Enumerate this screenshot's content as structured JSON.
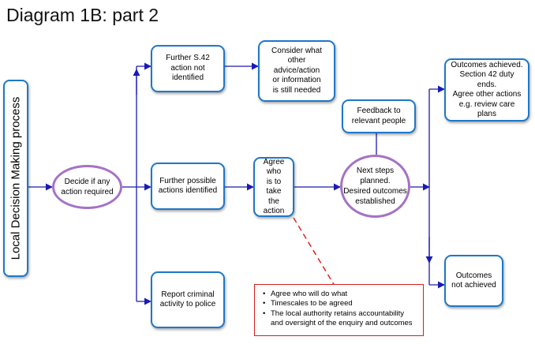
{
  "title": "Diagram 1B: part 2",
  "side_label": "Local Decision Making process",
  "nodes": {
    "decide": "Decide if any\naction required",
    "further_not": "Further S.42\naction not\nidentified",
    "consider": "Consider what\nother\nadvice/action\nor information\nis still needed",
    "further_possible": "Further possible\nactions identified",
    "agree_who": "Agree who\nis to take\nthe action",
    "next_steps": "Next steps\nplanned.\nDesired outcomes\nestablished",
    "feedback": "Feedback to\nrelevant people",
    "report": "Report criminal\nactivity to police",
    "outcomes_achieved": "Outcomes achieved.\nSection 42 duty ends.\nAgree other actions\ne.g. review care plans",
    "outcomes_not": "Outcomes\nnot achieved"
  },
  "note_items": [
    "Agree who will do what",
    "Timescales to be agreed",
    "The local authority retains accountability and oversight of the enquiry and outcomes"
  ],
  "colors": {
    "box_border": "#1e78c8",
    "oval_border": "#a572c6",
    "arrow": "#1a1ab4",
    "note_border": "#d81e1e",
    "dashed_connector": "#e02020"
  }
}
